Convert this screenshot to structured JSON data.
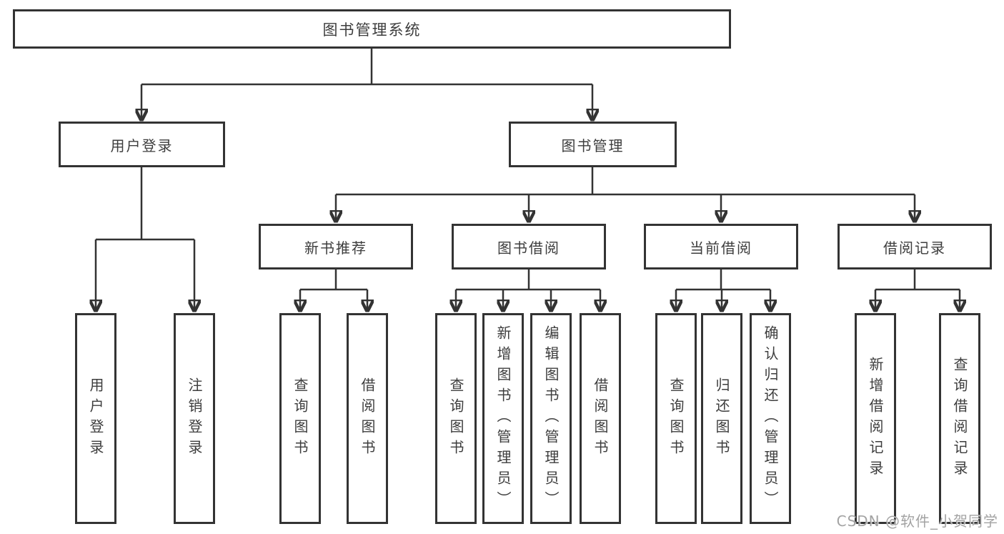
{
  "diagram": {
    "root": {
      "label": "图书管理系统"
    },
    "level2": [
      {
        "id": "user-login",
        "label": "用户登录"
      },
      {
        "id": "book-management",
        "label": "图书管理"
      }
    ],
    "level3": [
      {
        "id": "new-book-recommend",
        "label": "新书推荐"
      },
      {
        "id": "book-borrow",
        "label": "图书借阅"
      },
      {
        "id": "current-borrow",
        "label": "当前借阅"
      },
      {
        "id": "borrow-records",
        "label": "借阅记录"
      }
    ],
    "leaves": {
      "user_login": [
        {
          "label": "用户登录"
        },
        {
          "label": "注销登录"
        }
      ],
      "new_book_recommend": [
        {
          "label": "查询图书"
        },
        {
          "label": "借阅图书"
        }
      ],
      "book_borrow": [
        {
          "label": "查询图书"
        },
        {
          "label": "新增图书（管理员）"
        },
        {
          "label": "编辑图书（管理员）"
        },
        {
          "label": "借阅图书"
        }
      ],
      "current_borrow": [
        {
          "label": "查询图书"
        },
        {
          "label": "归还图书"
        },
        {
          "label": "确认归还（管理员）"
        }
      ],
      "borrow_records": [
        {
          "label": "新增借阅记录"
        },
        {
          "label": "查询借阅记录"
        }
      ]
    },
    "watermark": "CSDN @软件_小贺同学",
    "colors": {
      "line": "#333333",
      "text": "#3d3d3d",
      "watermark": "#a3a3a3",
      "background": "#ffffff"
    }
  }
}
